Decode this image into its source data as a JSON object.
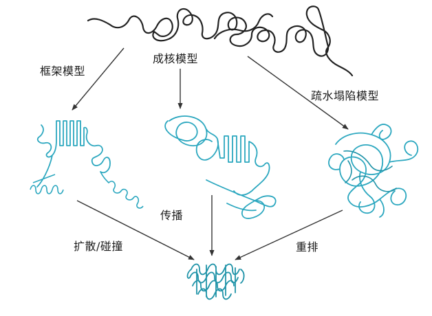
{
  "labels": {
    "framework": "框架模型",
    "nucleation": "成核模型",
    "hydrophobic_collapse": "疏水塌陷模型",
    "propagation": "传播",
    "diffusion_collision": "扩散/碰撞",
    "rearrangement": "重排"
  },
  "colors": {
    "unfolded_chain": "#222222",
    "folding_chain": "#2ba7bf",
    "native_chain": "#1f93a8",
    "arrow": "#333333",
    "text": "#1a1a1a"
  }
}
